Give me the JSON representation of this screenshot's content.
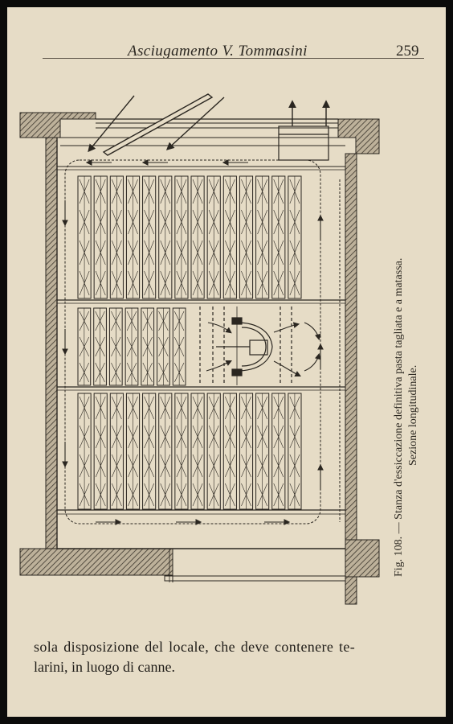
{
  "header": {
    "running_title": "Asciugamento V. Tommasini",
    "page_number": "259"
  },
  "figure": {
    "caption_line1": "Fig. 108. — Stanza d'essiccazione definitiva pasta tagliata e a matassa.",
    "caption_line2": "Sezione longitudinale."
  },
  "body": {
    "lines": [
      "sola disposizione del locale, che deve contenere te-",
      "larini, in luogo di canne."
    ]
  },
  "colors": {
    "paper": "#e6dcc6",
    "ink": "#2a2620",
    "border": "#0b0b0a"
  }
}
